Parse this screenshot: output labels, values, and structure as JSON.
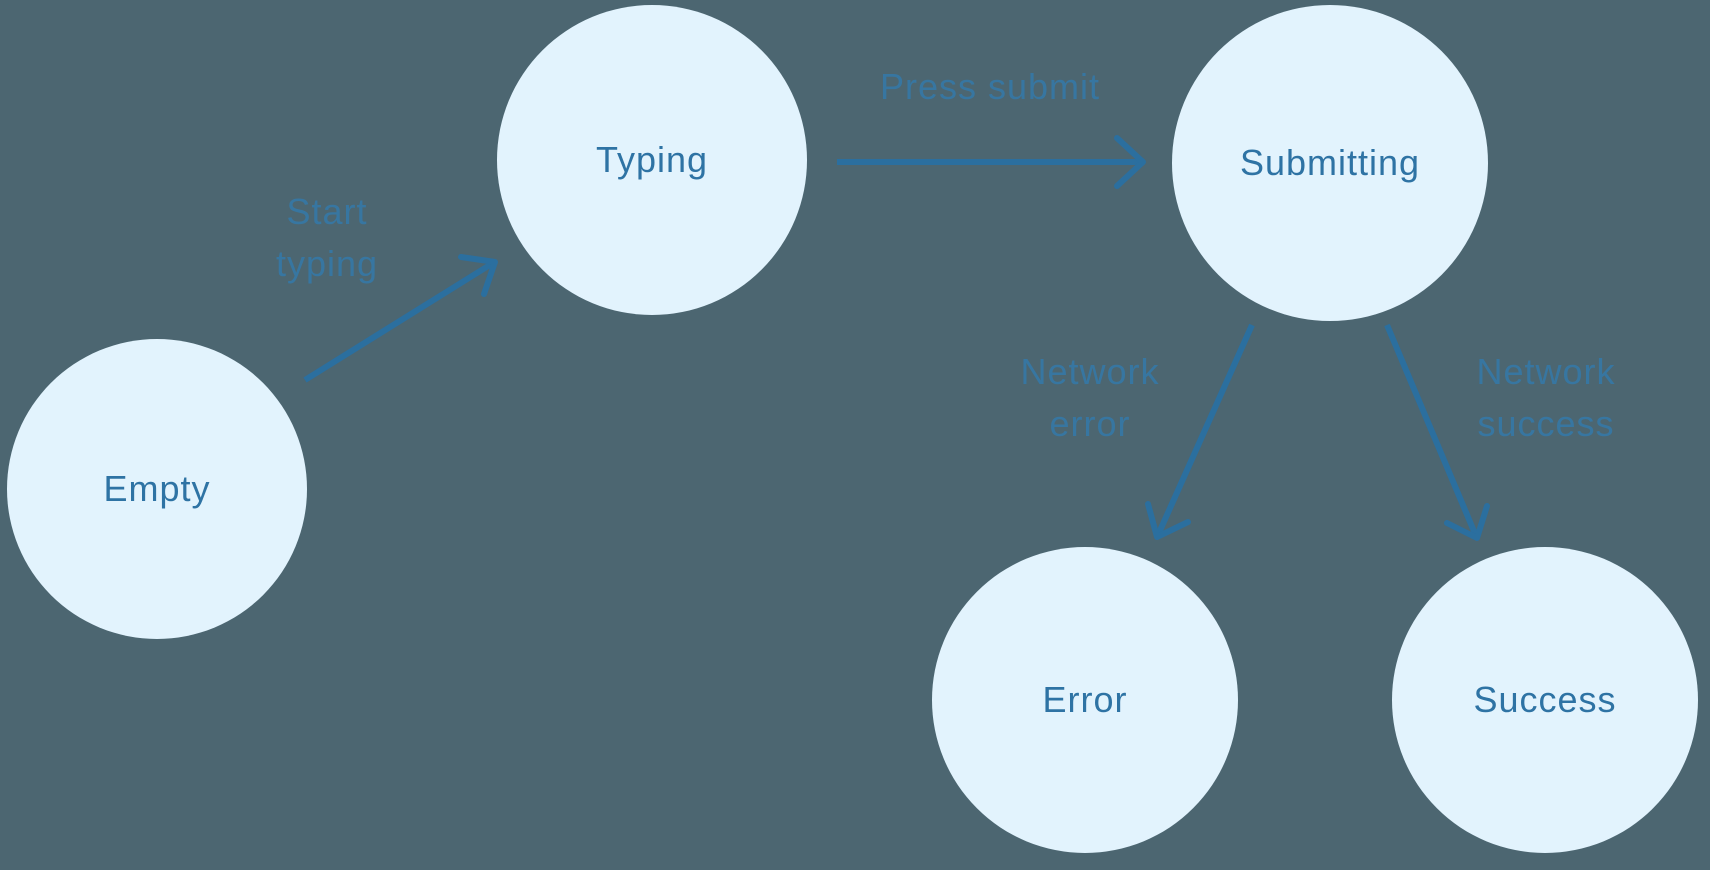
{
  "diagram": {
    "type": "state-machine",
    "nodes": [
      {
        "id": "empty",
        "label": "Empty"
      },
      {
        "id": "typing",
        "label": "Typing"
      },
      {
        "id": "submitting",
        "label": "Submitting"
      },
      {
        "id": "error",
        "label": "Error"
      },
      {
        "id": "success",
        "label": "Success"
      }
    ],
    "edges": [
      {
        "from": "empty",
        "to": "typing",
        "label": "Start typing",
        "label_lines": [
          "Start",
          "typing"
        ]
      },
      {
        "from": "typing",
        "to": "submitting",
        "label": "Press submit",
        "label_lines": [
          "Press submit"
        ]
      },
      {
        "from": "submitting",
        "to": "error",
        "label": "Network error",
        "label_lines": [
          "Network",
          "error"
        ]
      },
      {
        "from": "submitting",
        "to": "success",
        "label": "Network success",
        "label_lines": [
          "Network",
          "success"
        ]
      }
    ],
    "colors": {
      "background": "#4c6671",
      "node_fill": "#e2f3fd",
      "node_text": "#2e73a4",
      "arrow": "#2b6f9f",
      "edge_label": "#3579a8"
    }
  }
}
